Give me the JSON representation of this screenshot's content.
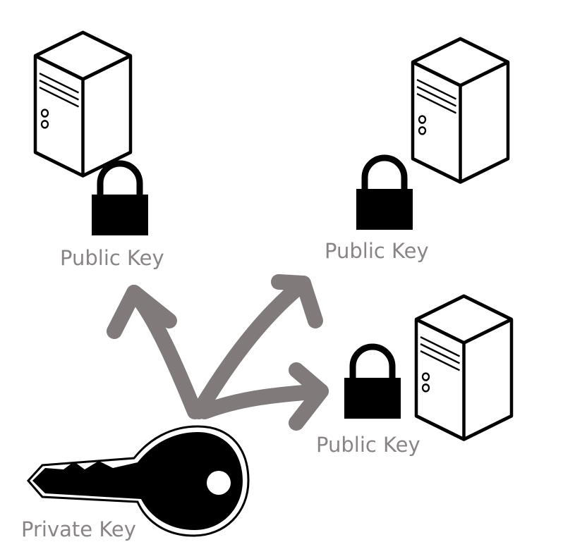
{
  "diagram": {
    "servers": [
      {
        "label": "Public Key"
      },
      {
        "label": "Public Key"
      },
      {
        "label": "Public Key"
      }
    ],
    "private_key": {
      "label": "Private Key"
    },
    "colors": {
      "outline": "#000000",
      "fill": "#ffffff",
      "arrow": "#807a7a",
      "label": "#8a8585"
    },
    "icons": [
      "server-icon",
      "padlock-icon",
      "key-icon",
      "arrow"
    ]
  }
}
